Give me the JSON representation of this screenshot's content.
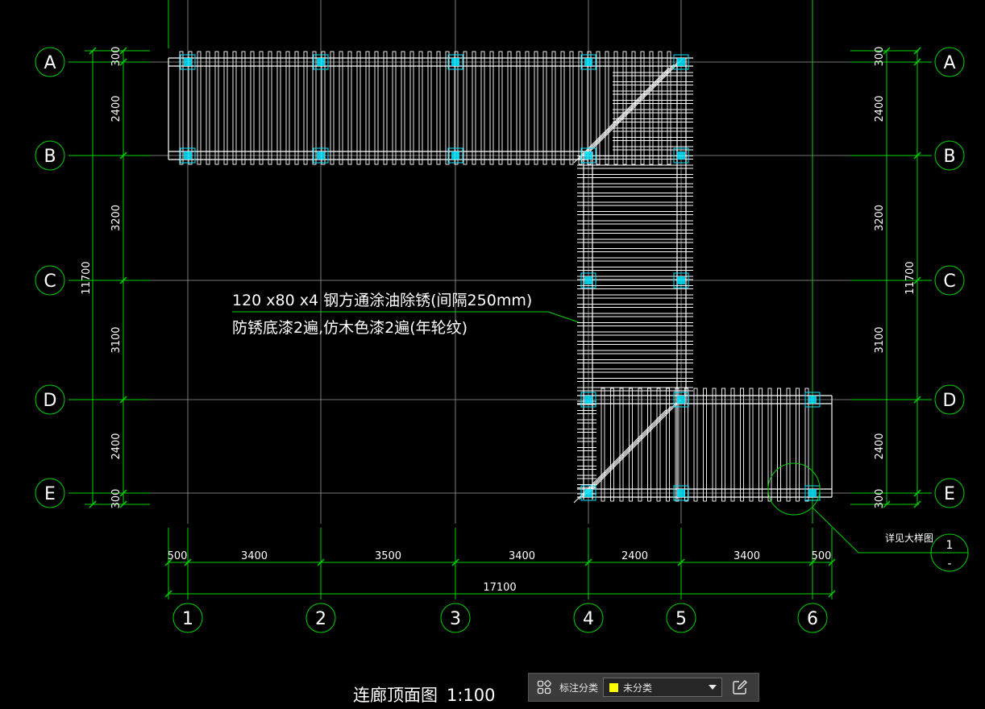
{
  "colors": {
    "background": "#000000",
    "grid_line": "#9a9a9a",
    "dimension": "#00d200",
    "structure": "#ffffff",
    "column": "#00e5ff",
    "annotation_text": "#ffffff",
    "title_text": "#ffffff",
    "swatch": "#ffff00"
  },
  "drawing": {
    "title": "连廊顶面图",
    "scale": "1:100",
    "annotation": {
      "line1": "120 x80 x4 钢方通涂油除锈(间隔250mm)",
      "line2": "防锈底漆2遍,仿木色漆2遍(年轮纹)"
    },
    "detail_callout": {
      "text": "详见大样图",
      "number": "1",
      "sheet": "-"
    },
    "row_axes": [
      "A",
      "B",
      "C",
      "D",
      "E"
    ],
    "column_axes": [
      "1",
      "2",
      "3",
      "4",
      "5",
      "6"
    ],
    "vertical_dims": [
      "300",
      "2400",
      "3200",
      "3100",
      "2400",
      "300"
    ],
    "vertical_total": "11700",
    "horizontal_dims": [
      "500",
      "3400",
      "3500",
      "3400",
      "2400",
      "3400",
      "500"
    ],
    "horizontal_total": "17100"
  },
  "toolbar": {
    "icon": "layout-grid-icon",
    "label": "标注分类",
    "select_value": "未分类",
    "swatch_color": "#ffff00",
    "caret_icon": "chevron-down-icon",
    "edit_icon": "edit-icon"
  }
}
